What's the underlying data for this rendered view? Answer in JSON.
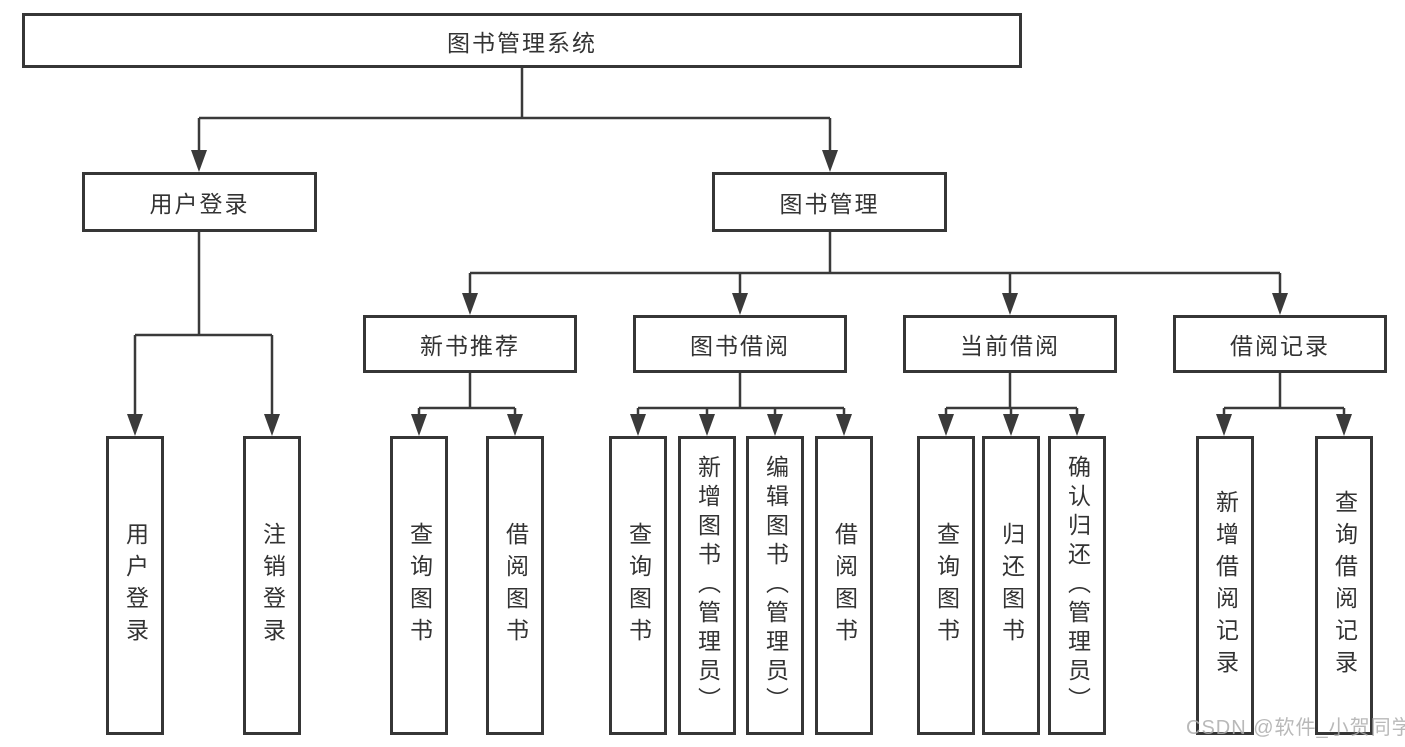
{
  "diagram": {
    "colors": {
      "line": "#3a3a3a",
      "box_border": "#363636",
      "text": "#333333",
      "watermark": "#adadad",
      "background": "#ffffff"
    },
    "root": {
      "label": "图书管理系统"
    },
    "level2": [
      {
        "label": "用户登录"
      },
      {
        "label": "图书管理"
      }
    ],
    "level3": [
      {
        "label": "新书推荐"
      },
      {
        "label": "图书借阅"
      },
      {
        "label": "当前借阅"
      },
      {
        "label": "借阅记录"
      }
    ],
    "leaves": {
      "user_login": [
        {
          "label": "用户登录"
        },
        {
          "label": "注销登录"
        }
      ],
      "new_book": [
        {
          "label": "查询图书"
        },
        {
          "label": "借阅图书"
        }
      ],
      "book_borrow": [
        {
          "label": "查询图书"
        },
        {
          "label": "新增图书（管理员）"
        },
        {
          "label": "编辑图书（管理员）"
        },
        {
          "label": "借阅图书"
        }
      ],
      "current_borrow": [
        {
          "label": "查询图书"
        },
        {
          "label": "归还图书"
        },
        {
          "label": "确认归还（管理员）"
        }
      ],
      "borrow_record": [
        {
          "label": "新增借阅记录"
        },
        {
          "label": "查询借阅记录"
        }
      ]
    },
    "watermark": "CSDN @软件_小贺同学"
  }
}
